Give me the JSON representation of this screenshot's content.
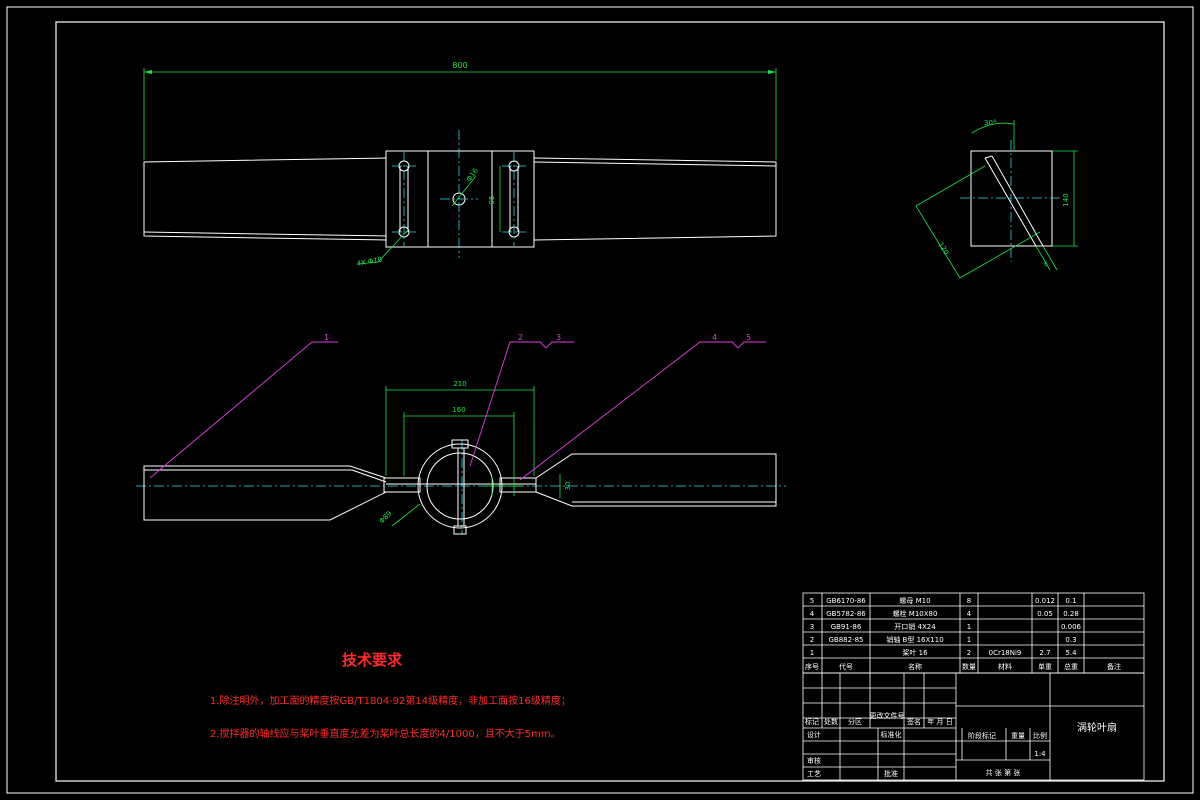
{
  "dimensions": {
    "top_length": "800",
    "hole_pattern": "4X Φ10",
    "center_hole": "Φ16",
    "hole_spacing": "95",
    "angle": "30°",
    "width_140": "140",
    "width_120": "120",
    "dim_210": "210",
    "dim_160": "160",
    "dim_30": "30",
    "pipe_dia": "Φ89",
    "side_thickness": "6"
  },
  "balloons": [
    "1",
    "2",
    "3",
    "4",
    "5"
  ],
  "tech_requirements": {
    "title": "技术要求",
    "items": [
      "1.除注明外，加工面的精度按GB/T1804-92第14级精度，非加工面按16级精度；",
      "2.搅拌器的轴线应与桨叶垂直度允差为桨叶总长度的4/1000，且不大于5mm。"
    ]
  },
  "parts_list": {
    "rows": [
      {
        "no": "5",
        "code": "GB6170-86",
        "name": "螺母 M10",
        "qty": "8",
        "material": "",
        "unit_wt": "0.012",
        "total_wt": "0.1",
        "remark": ""
      },
      {
        "no": "4",
        "code": "GB5782-86",
        "name": "螺栓 M10X80",
        "qty": "4",
        "material": "",
        "unit_wt": "0.05",
        "total_wt": "0.28",
        "remark": ""
      },
      {
        "no": "3",
        "code": "GB91-86",
        "name": "开口销 4X24",
        "qty": "1",
        "material": "",
        "unit_wt": "",
        "total_wt": "0.006",
        "remark": ""
      },
      {
        "no": "2",
        "code": "GB882-85",
        "name": "销轴 B型 16X110",
        "qty": "1",
        "material": "",
        "unit_wt": "",
        "total_wt": "0.3",
        "remark": ""
      },
      {
        "no": "1",
        "code": "",
        "name": "桨叶 16",
        "qty": "2",
        "material": "0Cr18Ni9",
        "unit_wt": "2.7",
        "total_wt": "5.4",
        "remark": ""
      }
    ],
    "header": {
      "no": "序号",
      "code": "代号",
      "name": "名称",
      "qty": "数量",
      "material": "材料",
      "unit_wt": "单重",
      "total_wt": "总重",
      "remark": "备注"
    }
  },
  "title_block": {
    "row_labels": [
      "标记",
      "处数",
      "分区",
      "更改文件号",
      "签名",
      "年 月 日"
    ],
    "design": "设计",
    "standardize": "标准化",
    "review": "审核",
    "process": "工艺",
    "approve": "批准",
    "stage_mark": "阶段标记",
    "weight": "重量",
    "scale_label": "比例",
    "scale": "1:4",
    "sheets": "共  张  第  张",
    "drawing_name": "涡轮叶扇"
  }
}
